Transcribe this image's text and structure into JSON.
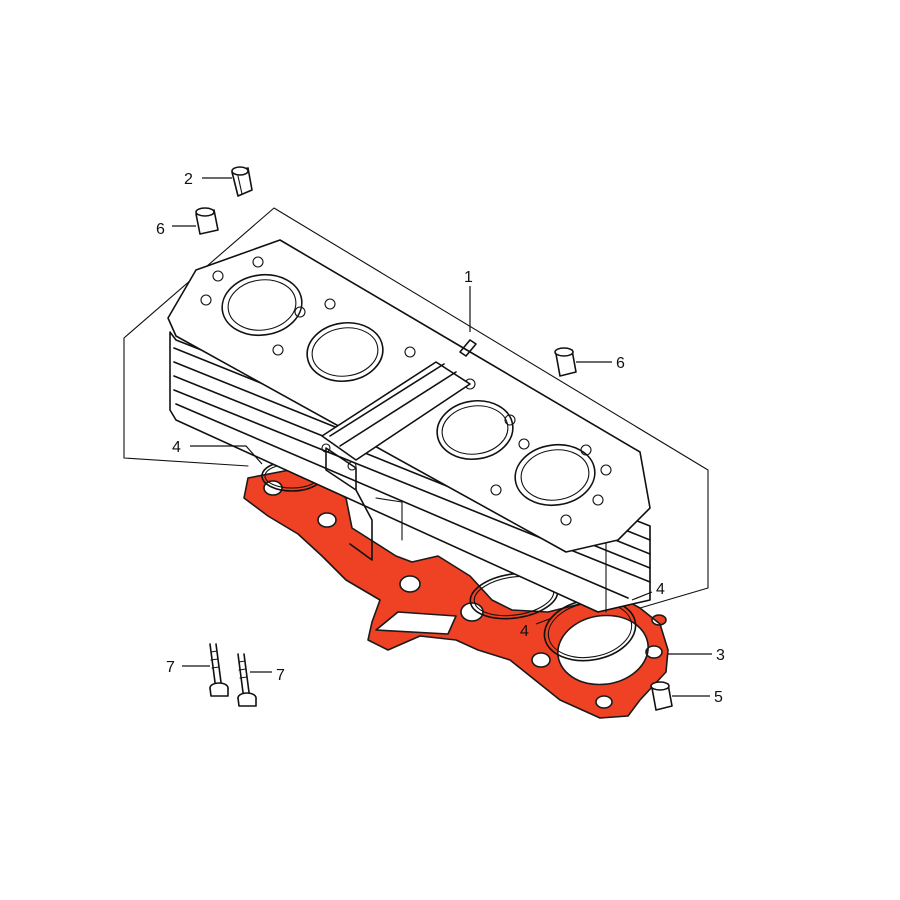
{
  "colors": {
    "gasket": "#ef4123",
    "line": "#111111",
    "background": "#ffffff"
  },
  "parts": [
    {
      "ref": "1",
      "part": "cylinder-block"
    },
    {
      "ref": "2",
      "part": "dowel-pin-collar"
    },
    {
      "ref": "3",
      "part": "cylinder-base-gasket"
    },
    {
      "ref": "4",
      "part": "o-ring"
    },
    {
      "ref": "4",
      "part": "o-ring"
    },
    {
      "ref": "4",
      "part": "o-ring"
    },
    {
      "ref": "5",
      "part": "dowel-pin"
    },
    {
      "ref": "6",
      "part": "dowel-pin"
    },
    {
      "ref": "6",
      "part": "dowel-pin"
    },
    {
      "ref": "7",
      "part": "bolt"
    },
    {
      "ref": "7",
      "part": "bolt"
    }
  ]
}
